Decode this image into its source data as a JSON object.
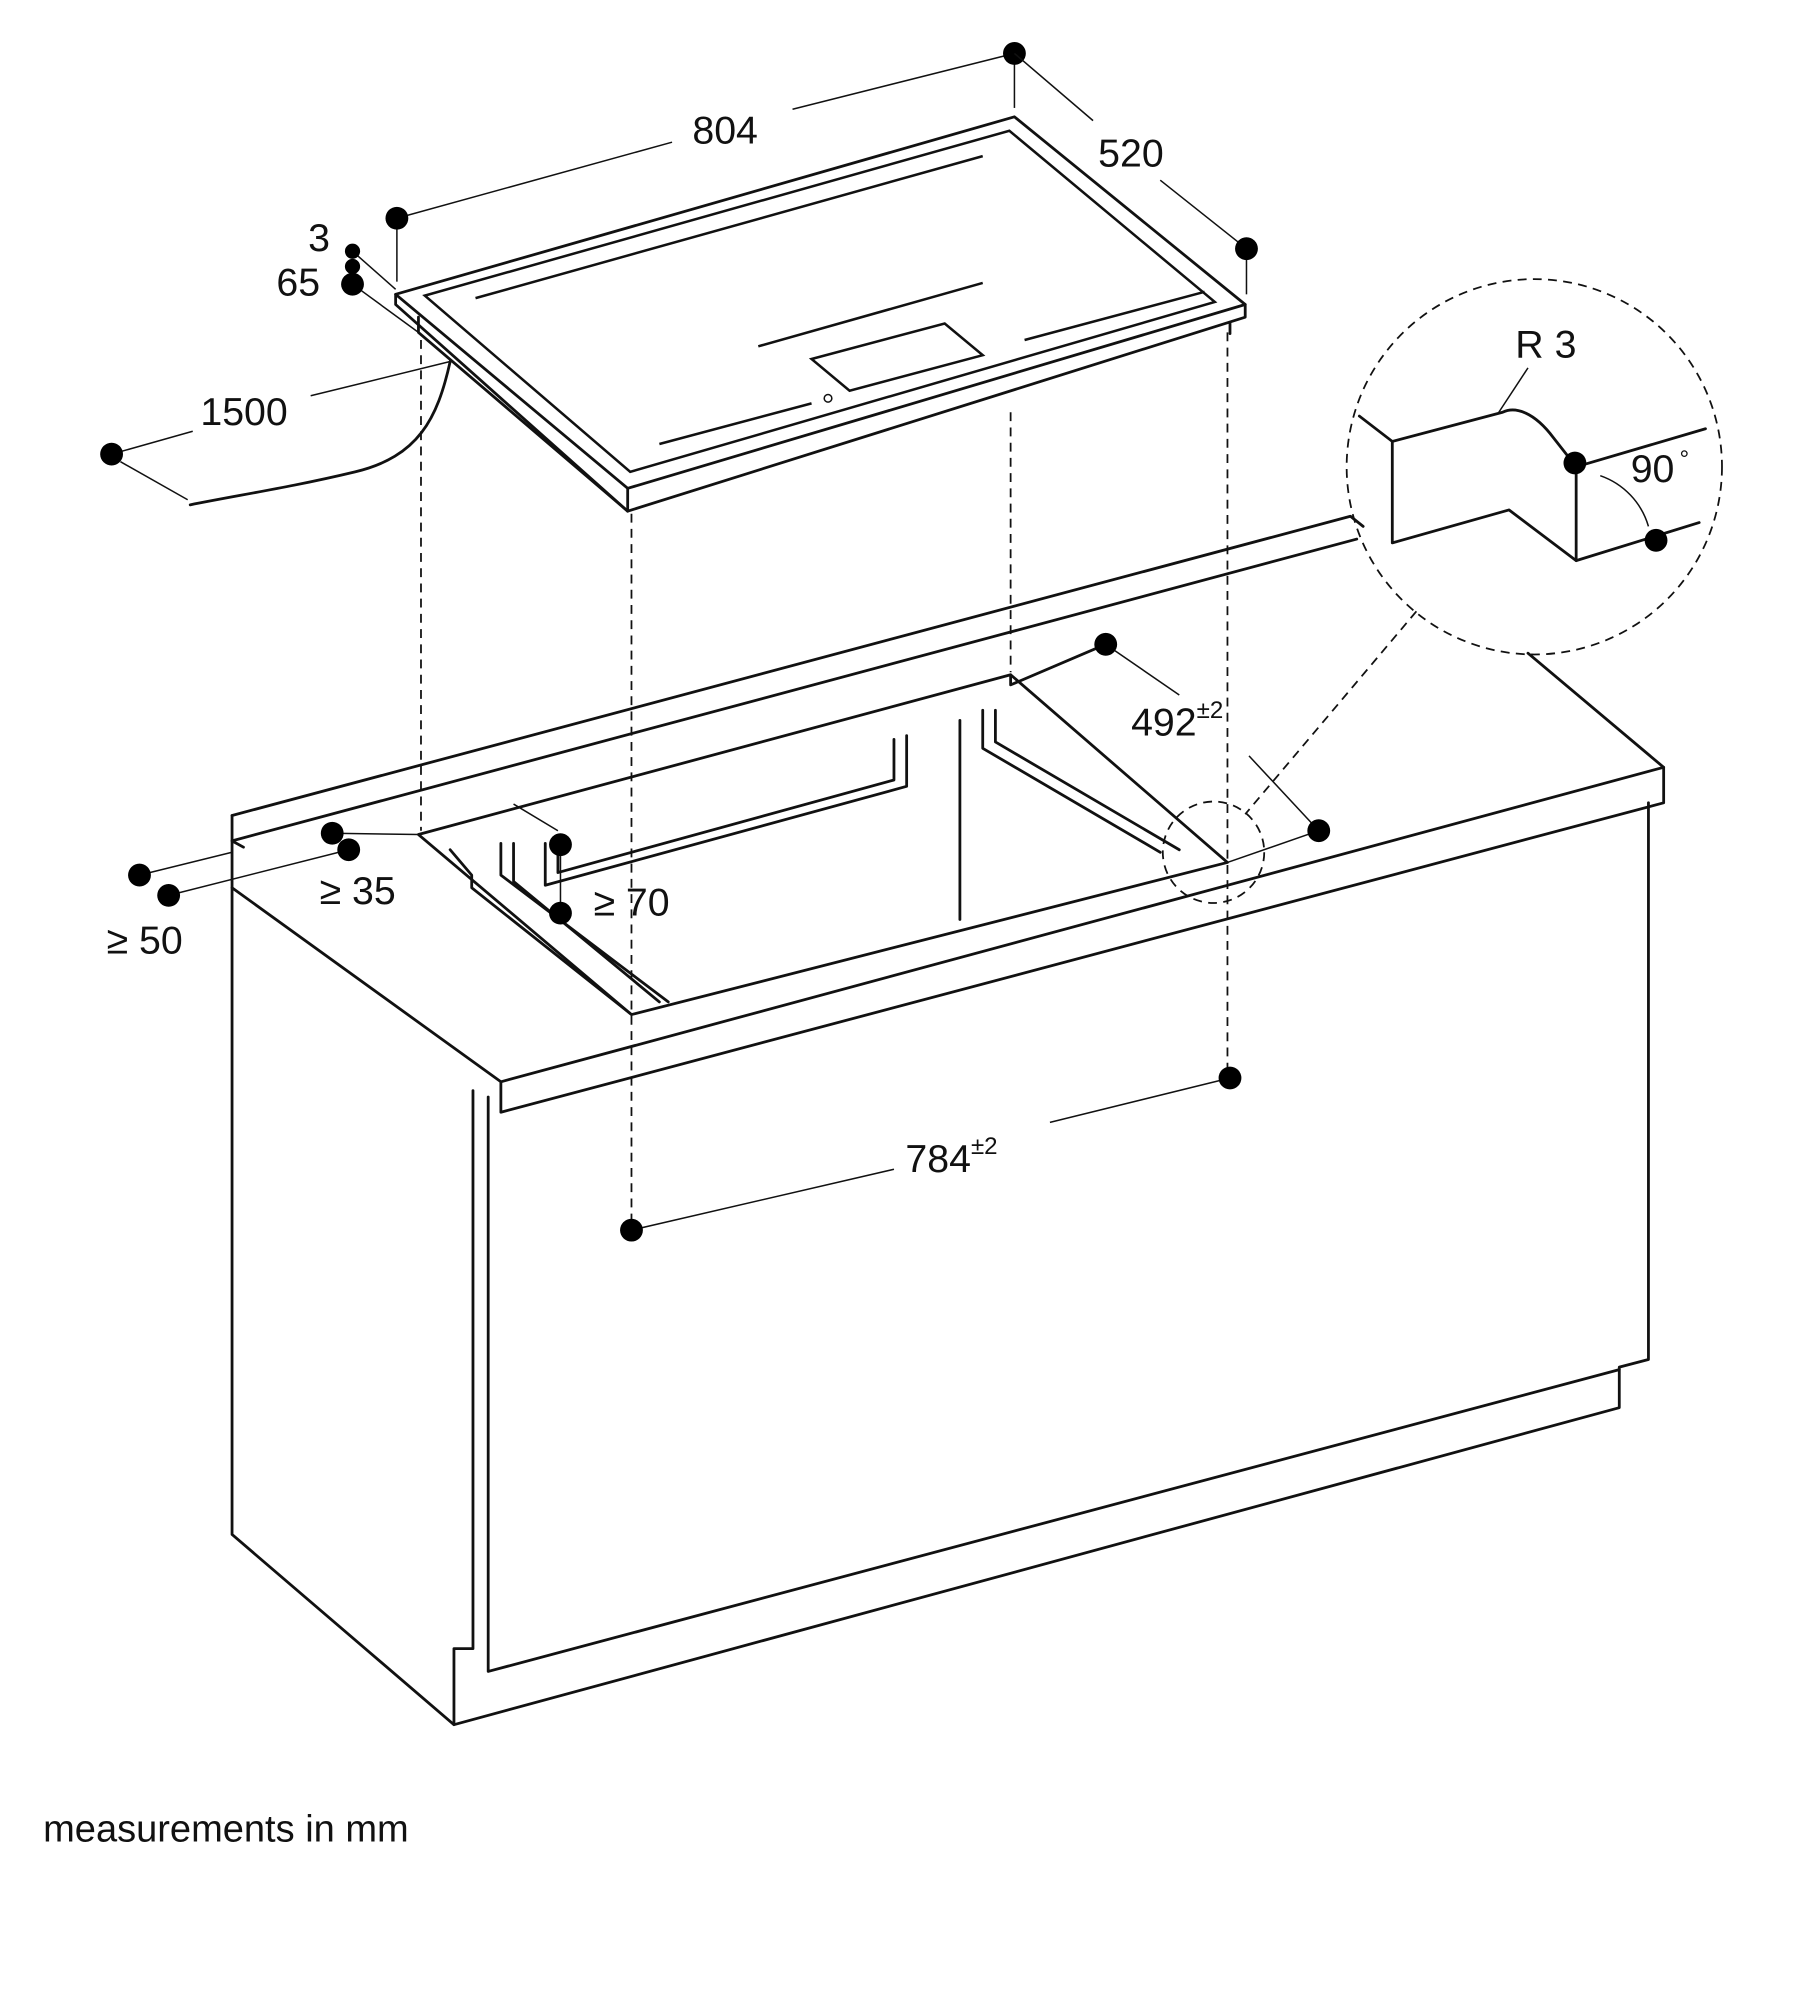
{
  "dimensions": {
    "width": "804",
    "depth": "520",
    "glass_thickness": "3",
    "total_height": "65",
    "cable_length": "1500",
    "cutout_depth": "492",
    "cutout_depth_tol": "±2",
    "cutout_width": "784",
    "cutout_width_tol": "±2",
    "min_back_distance": "≥ 35",
    "min_front_distance": "≥ 50",
    "min_side_distance": "≥ 70",
    "edge_radius": "R 3",
    "edge_angle": "90",
    "edge_angle_unit": "°"
  },
  "footer": {
    "note": "measurements in mm"
  }
}
